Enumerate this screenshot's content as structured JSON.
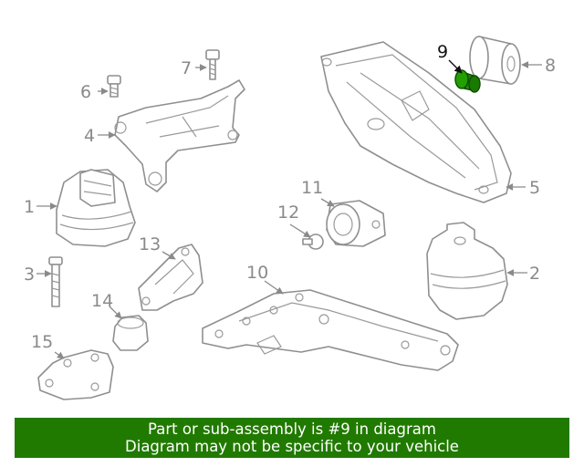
{
  "diagram": {
    "callouts": {
      "c1": "1",
      "c2": "2",
      "c3": "3",
      "c4": "4",
      "c5": "5",
      "c6": "6",
      "c7": "7",
      "c8": "8",
      "c9": "9",
      "c10": "10",
      "c11": "11",
      "c12": "12",
      "c13": "13",
      "c14": "14",
      "c15": "15"
    },
    "highlighted_part": "9",
    "colors": {
      "highlight": "#1e8a00",
      "outline": "#8f8f8f",
      "banner": "#217a00"
    }
  },
  "banner": {
    "line1": "Part or sub-assembly is #9 in diagram",
    "line2": "Diagram may not be specific to your vehicle"
  }
}
